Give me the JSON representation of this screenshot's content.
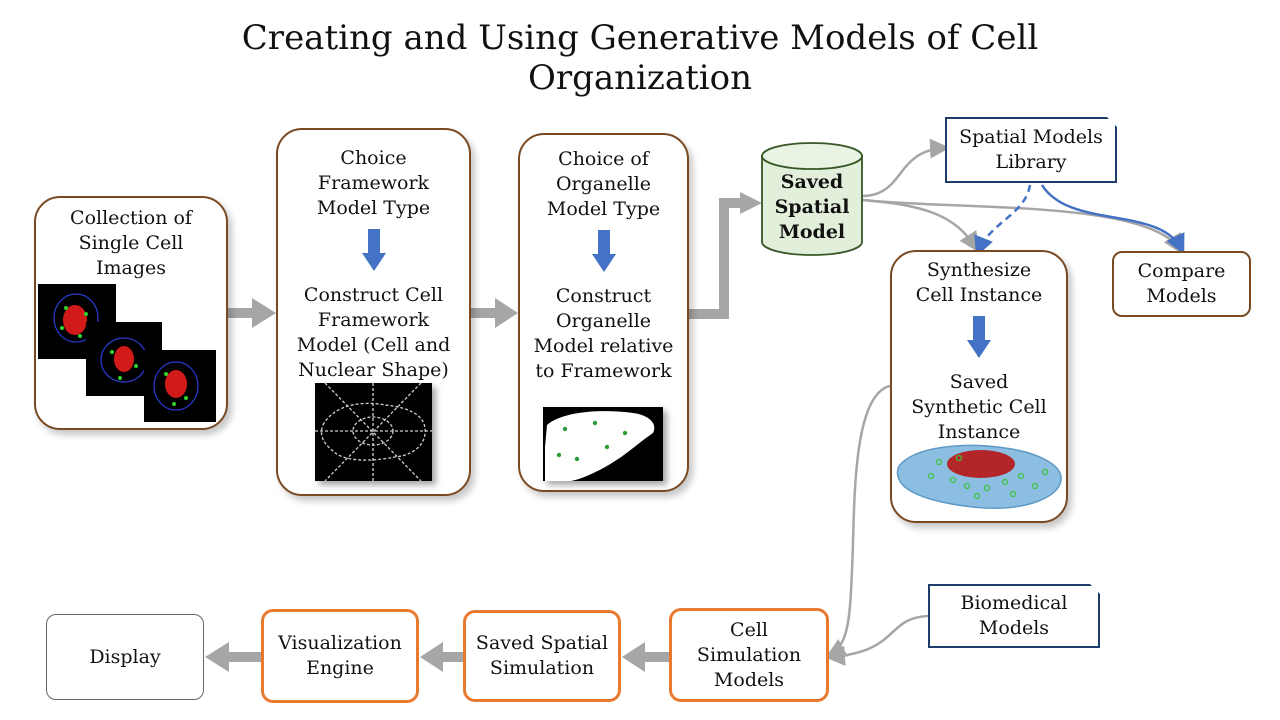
{
  "title": "Creating and Using Generative Models of Cell Organization",
  "boxes": {
    "collection": "Collection of Single Cell Images",
    "framework_choice": "Choice Framework Model Type",
    "framework_construct": "Construct Cell Framework Model (Cell and Nuclear Shape)",
    "organelle_choice": "Choice of Organelle Model Type",
    "organelle_construct": "Construct Organelle Model relative to Framework",
    "saved_model": "Saved Spatial Model",
    "library": "Spatial Models Library",
    "synthesize": "Synthesize Cell Instance",
    "saved_instance": "Saved Synthetic Cell Instance",
    "compare": "Compare Models",
    "biomedical": "Biomedical Models",
    "cell_sim": "Cell Simulation Models",
    "saved_sim": "Saved Spatial Simulation",
    "vis_engine": "Visualization Engine",
    "display": "Display"
  },
  "icons": {
    "down_arrow": "down-arrow-icon",
    "cylinder": "cylinder-icon"
  },
  "colors": {
    "brown_border": "#7a4a22",
    "orange_border": "#e87a30",
    "blue_border": "#1f3d6b",
    "arrow_blue": "#4472c4",
    "arrow_grey": "#a6a6a6",
    "cylinder_fill": "#e2efda"
  }
}
